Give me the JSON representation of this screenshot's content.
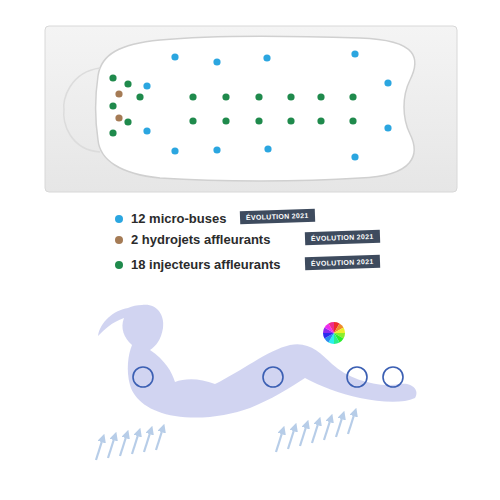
{
  "diagram": {
    "nodes": [
      {
        "text": [
          "ÉVOLUTION 2021"
        ]
      },
      {
        "text": [
          "ÉVOLUTION 2021"
        ]
      },
      {
        "text": [
          "ÉVOLUTION 2021"
        ]
      }
    ],
    "legend": [
      {
        "text": "12 micro-buses",
        "color": "#2ba6e0"
      },
      {
        "text": "2 hydrojets affleurants",
        "color": "#a57b55"
      },
      {
        "text": "18 injecteurs affleurants",
        "color": "#1f8a4c"
      }
    ]
  }
}
